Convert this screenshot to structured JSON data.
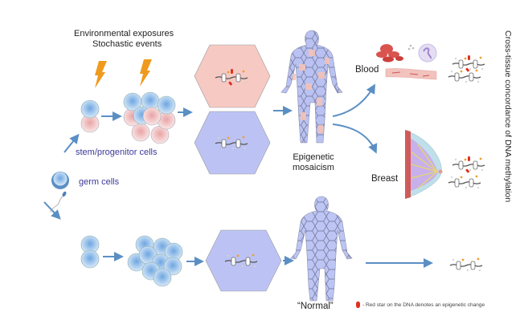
{
  "header": {
    "line1": "Environmental exposures",
    "line2": "Stochastic events"
  },
  "labels": {
    "stem": "stem/progenitor cells",
    "germ": "germ cells",
    "mosaic_line1": "Epigenetic",
    "mosaic_line2": "mosaicism",
    "normal": "“Normal”",
    "blood": "Blood",
    "breast": "Breast",
    "vertical": "Cross-tissue concordance of DNA methylation"
  },
  "legend": {
    "icon": "red-star-icon",
    "text": "- Red star on the DNA denotes an epigenetic change"
  },
  "colors": {
    "arrow": "#5b8fc4",
    "blue_cell": "#9cc3ec",
    "pink_cell": "#f0c4c4",
    "hex_pink": "#f6c9c3",
    "hex_blue": "#bdc3f3",
    "bolt": "#ef9a1e",
    "red_mark": "#e0301e",
    "orange_mark": "#f0a030",
    "label_blue": "#3b3a9a"
  }
}
